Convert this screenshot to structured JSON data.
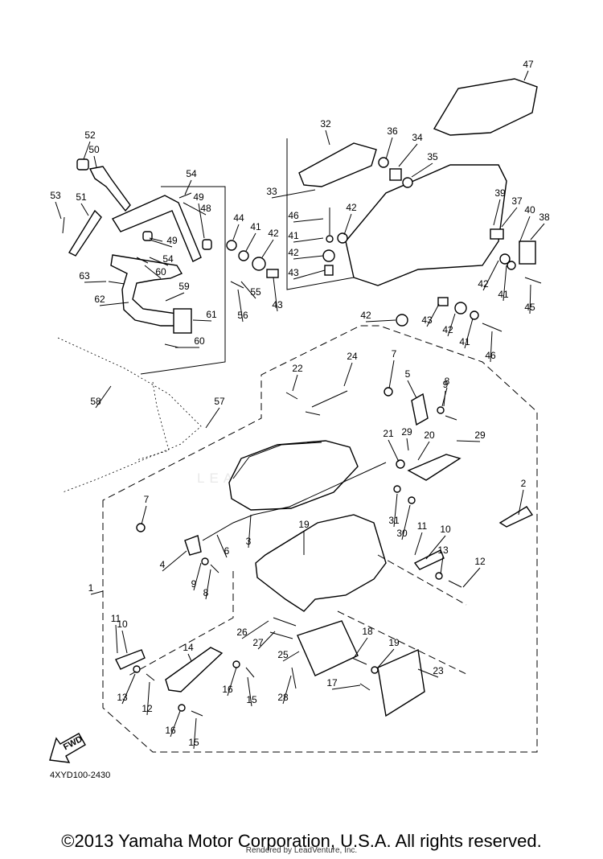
{
  "diagram": {
    "code": "4XYD100-2430",
    "fwd_label": "FWD",
    "watermark": "LEADVENTURE",
    "callouts": [
      {
        "n": "1"
      },
      {
        "n": "2"
      },
      {
        "n": "3"
      },
      {
        "n": "4"
      },
      {
        "n": "5"
      },
      {
        "n": "6"
      },
      {
        "n": "7"
      },
      {
        "n": "7"
      },
      {
        "n": "8"
      },
      {
        "n": "8"
      },
      {
        "n": "9"
      },
      {
        "n": "9"
      },
      {
        "n": "10"
      },
      {
        "n": "10"
      },
      {
        "n": "11"
      },
      {
        "n": "11"
      },
      {
        "n": "12"
      },
      {
        "n": "12"
      },
      {
        "n": "13"
      },
      {
        "n": "13"
      },
      {
        "n": "14"
      },
      {
        "n": "15"
      },
      {
        "n": "15"
      },
      {
        "n": "16"
      },
      {
        "n": "16"
      },
      {
        "n": "17"
      },
      {
        "n": "18"
      },
      {
        "n": "19"
      },
      {
        "n": "19"
      },
      {
        "n": "20"
      },
      {
        "n": "21"
      },
      {
        "n": "22"
      },
      {
        "n": "23"
      },
      {
        "n": "24"
      },
      {
        "n": "25"
      },
      {
        "n": "26"
      },
      {
        "n": "27"
      },
      {
        "n": "28"
      },
      {
        "n": "29"
      },
      {
        "n": "29"
      },
      {
        "n": "30"
      },
      {
        "n": "31"
      },
      {
        "n": "32"
      },
      {
        "n": "33"
      },
      {
        "n": "34"
      },
      {
        "n": "35"
      },
      {
        "n": "36"
      },
      {
        "n": "37"
      },
      {
        "n": "38"
      },
      {
        "n": "39"
      },
      {
        "n": "40"
      },
      {
        "n": "41"
      },
      {
        "n": "41"
      },
      {
        "n": "41"
      },
      {
        "n": "41"
      },
      {
        "n": "42"
      },
      {
        "n": "42"
      },
      {
        "n": "42"
      },
      {
        "n": "42"
      },
      {
        "n": "42"
      },
      {
        "n": "42"
      },
      {
        "n": "43"
      },
      {
        "n": "43"
      },
      {
        "n": "43"
      },
      {
        "n": "44"
      },
      {
        "n": "45"
      },
      {
        "n": "46"
      },
      {
        "n": "46"
      },
      {
        "n": "47"
      },
      {
        "n": "48"
      },
      {
        "n": "49"
      },
      {
        "n": "49"
      },
      {
        "n": "50"
      },
      {
        "n": "51"
      },
      {
        "n": "52"
      },
      {
        "n": "53"
      },
      {
        "n": "54"
      },
      {
        "n": "54"
      },
      {
        "n": "55"
      },
      {
        "n": "56"
      },
      {
        "n": "57"
      },
      {
        "n": "58"
      },
      {
        "n": "59"
      },
      {
        "n": "60"
      },
      {
        "n": "60"
      },
      {
        "n": "61"
      },
      {
        "n": "62"
      },
      {
        "n": "63"
      }
    ]
  },
  "footer": {
    "copyright": "©2013 Yamaha Motor Corporation, U.S.A. All rights reserved.",
    "rendered_by": "Rendered by LeadVenture, Inc."
  }
}
